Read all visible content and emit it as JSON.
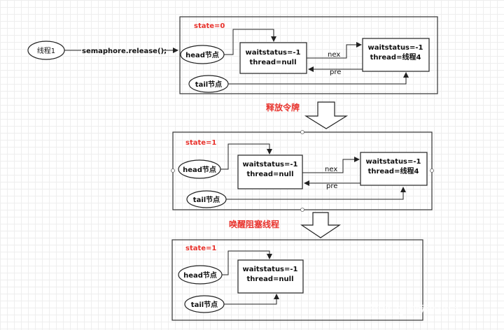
{
  "thread1": "线程1",
  "call": "semaphore.release();",
  "panel1": {
    "state": "state=0",
    "head": "head节点",
    "tail": "tail节点",
    "node1_line1": "waitstatus=-1",
    "node1_line2": "thread=null",
    "node2_line1": "waitstatus=-1",
    "node2_line2": "thread=线程4",
    "next": "nex",
    "prev": "pre"
  },
  "step1": "释放令牌",
  "panel2": {
    "state": "state=1",
    "head": "head节点",
    "tail": "tail节点",
    "node1_line1": "waitstatus=-1",
    "node1_line2": "thread=null",
    "node2_line1": "waitstatus=-1",
    "node2_line2": "thread=线程4",
    "next": "nex",
    "prev": "pre"
  },
  "step2": "唤醒阻塞线程",
  "panel3": {
    "state": "state=1",
    "head": "head节点",
    "tail": "tail节点",
    "node1_line1": "waitstatus=-1",
    "node1_line2": "thread=null"
  },
  "watermark": "知乎 @勤劳的小手"
}
